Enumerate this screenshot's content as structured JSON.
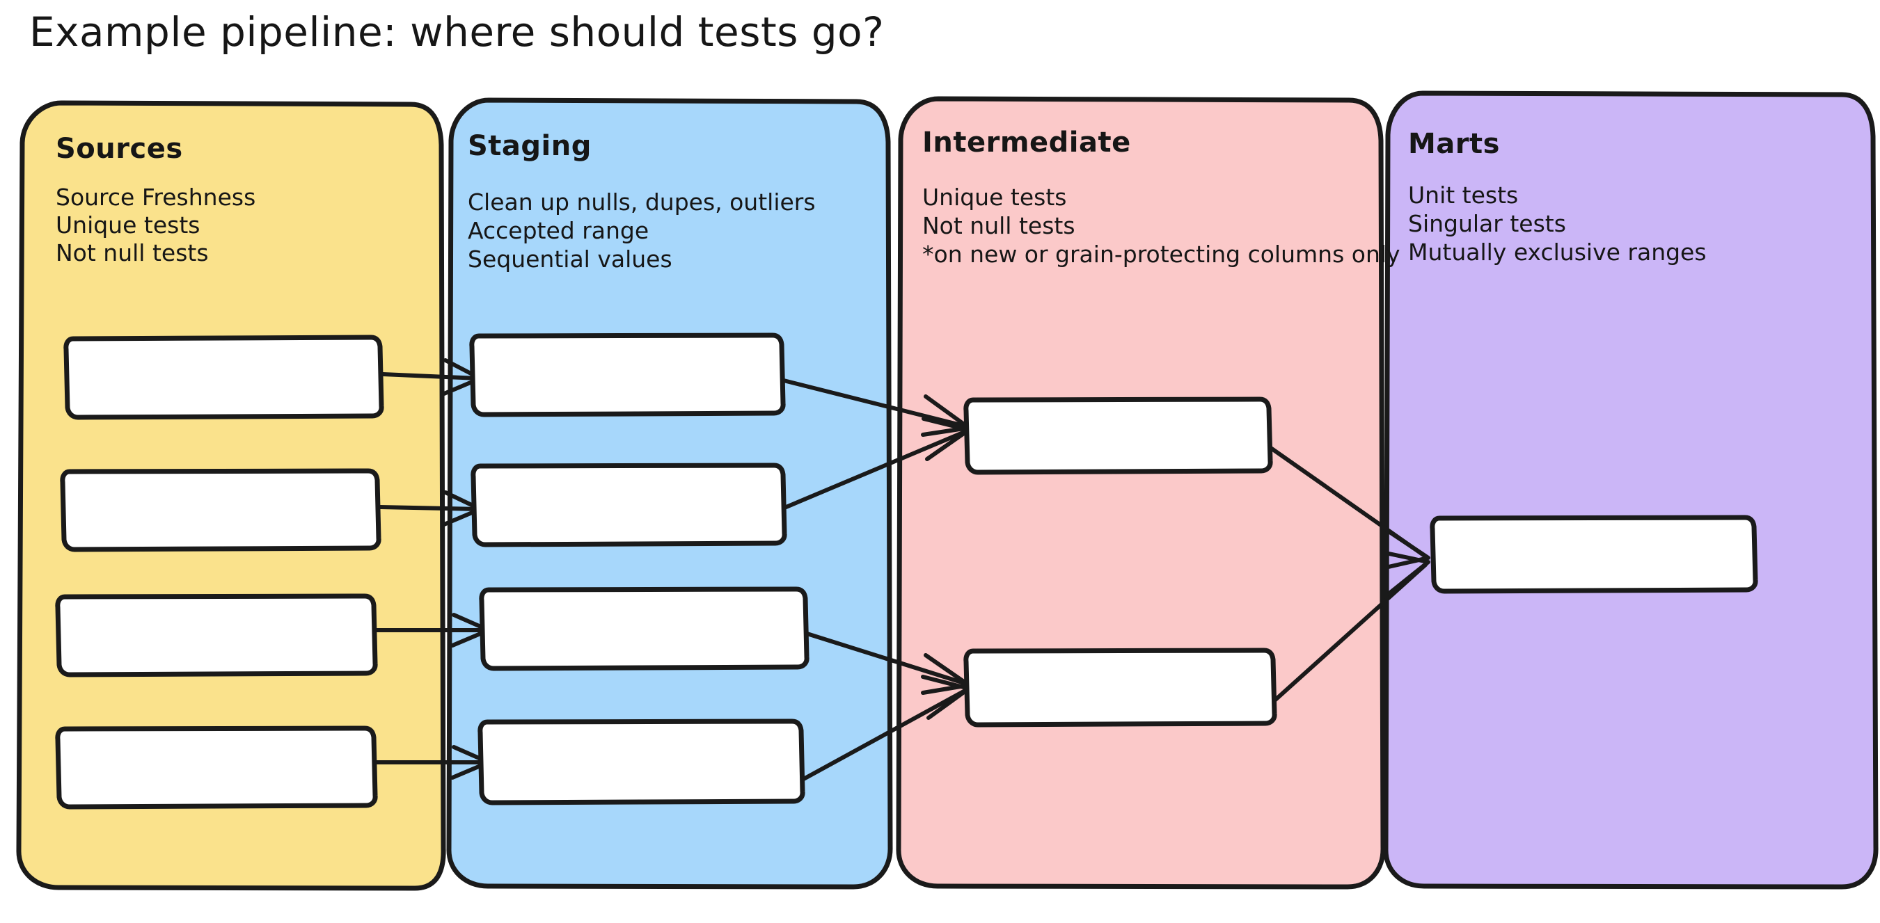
{
  "title": "Example pipeline: where should tests go?",
  "palette": {
    "sources_fill": "#FAE28C",
    "staging_fill": "#A7D7FB",
    "intermediate_fill": "#FBC9C9",
    "marts_fill": "#CBB6F7",
    "node_fill": "#FFFFFF",
    "ink": "#1A1A1A",
    "page_background": "#FFFFFF"
  },
  "panels": [
    {
      "id": "sources",
      "heading": "Sources",
      "lines": [
        "Source Freshness",
        "Unique tests",
        "Not null tests"
      ],
      "fill": "#FAE28C",
      "node_count": 4
    },
    {
      "id": "staging",
      "heading": "Staging",
      "lines": [
        "Clean up nulls, dupes, outliers",
        "Accepted range",
        "Sequential values"
      ],
      "fill": "#A7D7FB",
      "node_count": 4
    },
    {
      "id": "intermediate",
      "heading": "Intermediate",
      "lines": [
        "Unique tests",
        "Not null tests",
        "*on new or grain-protecting columns only"
      ],
      "fill": "#FBC9C9",
      "node_count": 2
    },
    {
      "id": "marts",
      "heading": "Marts",
      "lines": [
        "Unit tests",
        "Singular tests",
        "Mutually exclusive ranges"
      ],
      "fill": "#CBB6F7",
      "node_count": 1
    }
  ],
  "edges": [
    {
      "from": "sources-node-1",
      "to": "staging-node-1"
    },
    {
      "from": "sources-node-2",
      "to": "staging-node-2"
    },
    {
      "from": "sources-node-3",
      "to": "staging-node-3"
    },
    {
      "from": "sources-node-4",
      "to": "staging-node-4"
    },
    {
      "from": "staging-node-1",
      "to": "intermediate-node-1"
    },
    {
      "from": "staging-node-2",
      "to": "intermediate-node-1"
    },
    {
      "from": "staging-node-3",
      "to": "intermediate-node-2"
    },
    {
      "from": "staging-node-4",
      "to": "intermediate-node-2"
    },
    {
      "from": "intermediate-node-1",
      "to": "marts-node-1"
    },
    {
      "from": "intermediate-node-2",
      "to": "marts-node-1"
    }
  ]
}
